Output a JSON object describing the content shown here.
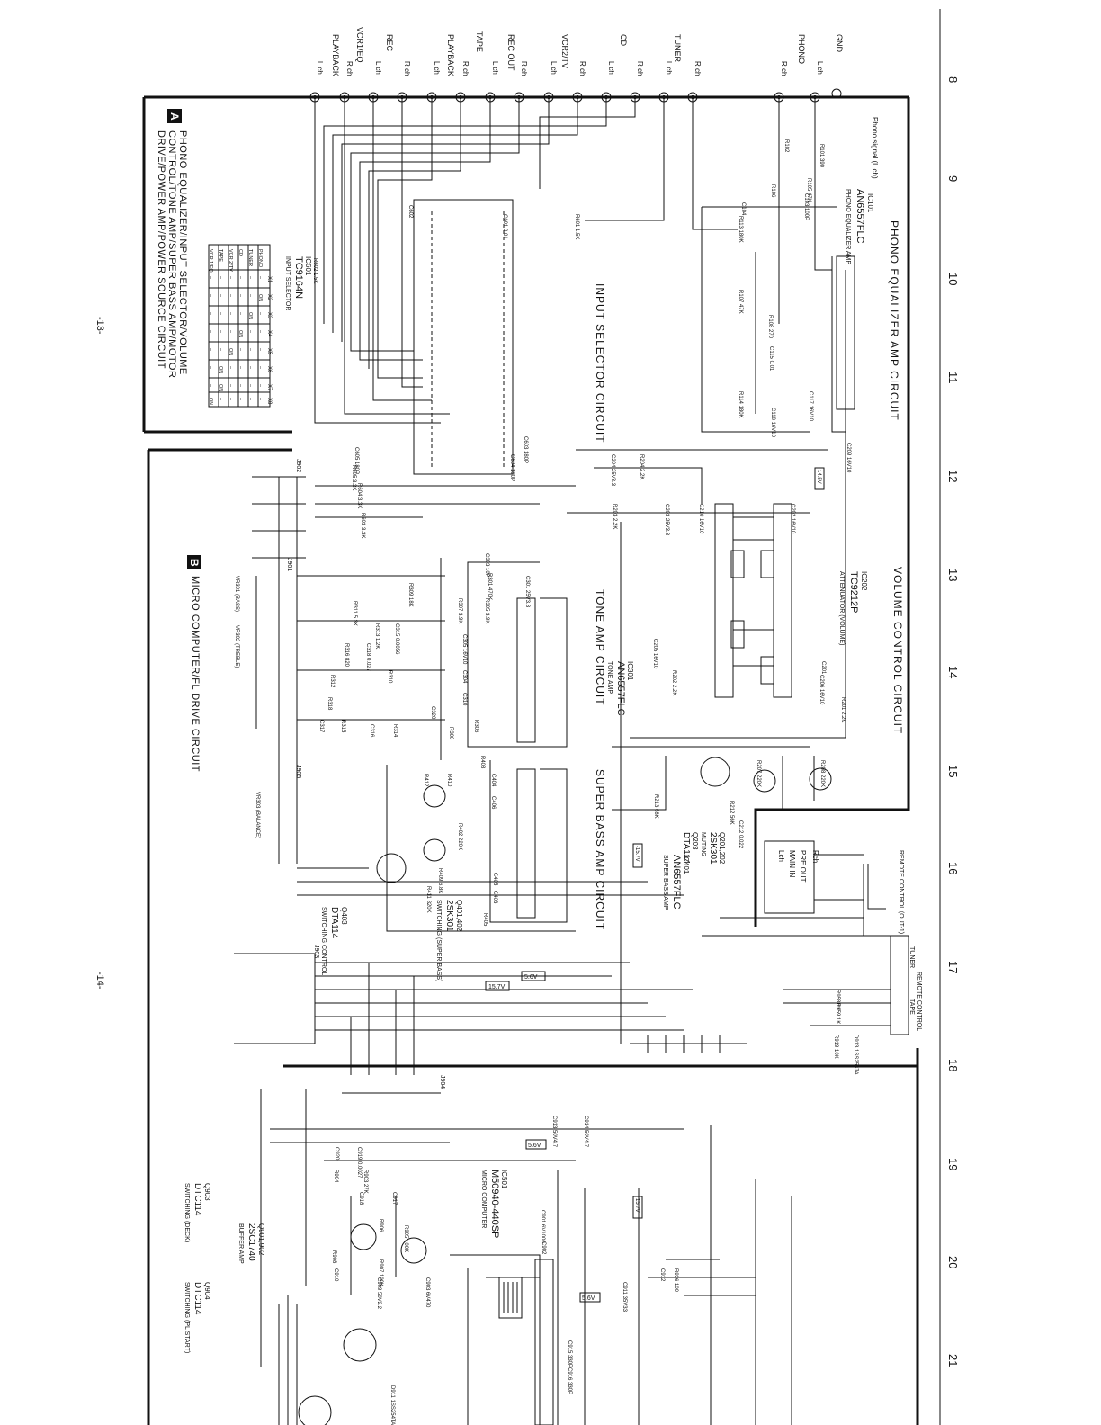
{
  "page": {
    "page_numbers": [
      "-13-",
      "-14-"
    ],
    "grid_numbers": [
      "8",
      "9",
      "10",
      "11",
      "12",
      "13",
      "14",
      "15",
      "16",
      "17",
      "18",
      "19",
      "20",
      "21"
    ]
  },
  "section_a": {
    "badge": "A",
    "title_line1": "PHONO EQUALIZER/INPUT SELECTOR/VOLUME",
    "title_line2": "CONTROL/TONE AMP/SUPER BASS AMP/MOTOR",
    "title_line3": "DRIVE/POWER AMP/POWER SOURCE CIRCUIT"
  },
  "section_b": {
    "badge": "B",
    "title": "MICRO COMPUTER/FL DRIVE CIRCUIT"
  },
  "jacks": {
    "groups": [
      {
        "name": "GND",
        "channels": []
      },
      {
        "name": "PHONO",
        "channels": [
          "L ch",
          "R ch"
        ]
      },
      {
        "name": "TUNER",
        "channels": [
          "L ch",
          "R ch"
        ]
      },
      {
        "name": "CD",
        "channels": [
          "L ch",
          "R ch"
        ]
      },
      {
        "name": "VCR2/TV",
        "channels": [
          "L ch",
          "R ch"
        ]
      },
      {
        "name": "REC OUT",
        "channels": [
          "L ch",
          "R ch"
        ]
      },
      {
        "name": "PLAYBACK",
        "channels": [
          "L ch",
          "R ch"
        ]
      },
      {
        "name": "REC",
        "channels": [
          "L ch",
          "R ch"
        ]
      },
      {
        "name": "PLAYBACK",
        "channels": [
          "L ch",
          "R ch"
        ]
      }
    ],
    "tape_label": "TAPE",
    "vcr1_label": "VCR1/EQ"
  },
  "circuits": {
    "phono_eq": "PHONO EQUALIZER AMP CIRCUIT",
    "input_selector": "INPUT SELECTOR CIRCUIT",
    "volume_control": "VOLUME CONTROL CIRCUIT",
    "tone_amp": "TONE AMP CIRCUIT",
    "super_bass": "SUPER BASS AMP CIRCUIT"
  },
  "ics": {
    "ic101": {
      "ref": "IC101",
      "part": "AN6557FLC",
      "desc": "PHONO EQUALIZER AMP"
    },
    "ic601": {
      "ref": "IC601",
      "part": "TC9164N",
      "desc": "INPUT SELECTOR"
    },
    "ic202": {
      "ref": "IC202",
      "part": "TC9212P",
      "desc": "ATTENUATOR (VOLUME)"
    },
    "ic301": {
      "ref": "IC301",
      "part": "AN6557FLC",
      "desc": "TONE AMP"
    },
    "ic401": {
      "ref": "IC401",
      "part": "AN6557FLC",
      "desc": "SUPER BASS AMP"
    },
    "ic501": {
      "ref": "IC501",
      "part": "M50940-440SP",
      "desc": "MICRO COMPUTER"
    }
  },
  "transistors": {
    "q201": {
      "ref": "Q201,202",
      "part": "2SK301",
      "desc": "MUTING"
    },
    "q203": {
      "ref": "Q203",
      "part": "DTA114",
      "desc": "MUTING CONT"
    },
    "q401": {
      "ref": "Q401,402",
      "part": "2SK301",
      "desc": "SWITCHING (SUPER BASS)"
    },
    "q403": {
      "ref": "Q403",
      "part": "DTA114",
      "desc": "SWITCHING CONTROL"
    },
    "q901": {
      "ref": "Q901,902",
      "part": "2SC1740",
      "desc": "BUFFER AMP"
    },
    "q903": {
      "ref": "Q903",
      "part": "DTC114",
      "desc": "SWITCHING (DECK)"
    },
    "q904": {
      "ref": "Q904",
      "part": "DTC114",
      "desc": "SWITCHING (PL START)"
    }
  },
  "selector_table": {
    "headers": [
      "",
      "X1",
      "X2",
      "X3",
      "X4",
      "X5",
      "X6",
      "X7",
      "X8"
    ],
    "rows": [
      [
        "PHONO",
        "–",
        "ON",
        "–",
        "–",
        "–",
        "–",
        "–",
        "–"
      ],
      [
        "TUNER",
        "–",
        "–",
        "ON",
        "–",
        "–",
        "–",
        "–",
        "–"
      ],
      [
        "CD",
        "–",
        "–",
        "–",
        "ON",
        "–",
        "–",
        "–",
        "–"
      ],
      [
        "VCR 2/TV",
        "–",
        "–",
        "–",
        "–",
        "ON",
        "–",
        "–",
        "–"
      ],
      [
        "TAPE",
        "–",
        "–",
        "–",
        "–",
        "–",
        "ON",
        "ON",
        "–"
      ],
      [
        "VCR 1/EQ",
        "–",
        "–",
        "–",
        "–",
        "–",
        "–",
        "–",
        "ON"
      ]
    ]
  },
  "labels": {
    "phono_signal": "Phono signal (L ch)",
    "pre_out": "PRE OUT",
    "main_in": "MAIN IN",
    "lch": "Lch",
    "rch": "Rch",
    "remote_control_out": "REMOTE CONTROL (OUT-1)",
    "remote_control_in": "REMOTE CONTROL",
    "tuner": "TUNER",
    "tape_small": "TAPE",
    "vr301": "VR301 (BASS)",
    "vr302": "VR302 (TREBLE)",
    "vr303": "VR303 (BALANCE)"
  },
  "components": {
    "r101": "R101 390",
    "r102": "R102",
    "r105": "R105 47K",
    "r106": "R106",
    "c103": "C103 100P",
    "c104": "C104",
    "r113": "R113 180K",
    "r107": "R107 47K",
    "r108": "R108 270",
    "c115": "C115 0.01",
    "c117": "C117 16V10",
    "c118": "C118 16V10",
    "r114": "R114 180K",
    "c209": "C209 16V10",
    "r601": "R601 1.5K",
    "c601": "C601 0.01",
    "c602": "C602",
    "r602": "R602 1.5K",
    "c605": "C605 180P",
    "r605": "R605 3.3K",
    "r604": "R604 3.3K",
    "r603": "R603 3.3K",
    "c603": "C603 180P",
    "c604": "C604 180P",
    "c204": "C204 25V3.3",
    "r204": "R204 2.2K",
    "r203": "R203 2.2K",
    "c203": "C203 25V3.3",
    "c210": "C210 16V10",
    "c202": "C202 16V10",
    "c205": "C205 16V10",
    "c206": "C206 16V10",
    "r202": "R202 2.2K",
    "c201": "C201",
    "r201": "R201 2.2K",
    "c303": "C303 10P",
    "r301": "R301 470K",
    "c301": "C301 25V3.3",
    "r305": "R305 3.9K",
    "r307": "R307 3.9K",
    "c305": "C305 16V10",
    "r309": "R309 18K",
    "r311": "R311 5.3K",
    "r313": "R313 1.2K",
    "c315": "C315 0.0056",
    "r316": "R316 820",
    "c318": "C318 0.027",
    "r312": "R312",
    "r310": "R310",
    "r318": "R318",
    "c317": "C317",
    "r315": "R315",
    "c316": "C316",
    "r314": "R314",
    "r306": "R306",
    "r308": "R308",
    "c320": "C320",
    "c310": "C310",
    "c304": "C304",
    "r408": "R408",
    "r412": "R412",
    "r410": "R410",
    "c404": "C404",
    "c406": "C406",
    "r402": "R402 220K",
    "r409": "R409 6.8K",
    "r411": "R411 820K",
    "c405": "C405",
    "c403": "C403",
    "r405": "R405",
    "r213": "R213 68K",
    "r207": "R207 220K",
    "r208": "R208 220K",
    "r212": "R212 56K",
    "c212": "C212 0.022",
    "r958": "R958 1K",
    "r959": "R959 1K",
    "r919": "R919 10K",
    "d913": "D913 1SS254TA",
    "c913": "C913 50V4.7",
    "c914": "C914 50V4.7",
    "c920": "C920",
    "c919": "C919 0.0027",
    "r904": "R904",
    "r903": "R903 27K",
    "c918": "C918",
    "c917": "C917",
    "r906": "R906",
    "r905": "R905 100K",
    "r908": "R908",
    "r907": "R907 100K",
    "c910": "C910",
    "c909": "C909 50V2.2",
    "c903": "C903 6V470",
    "d911": "D911 1SS254TA",
    "c901": "C901 6V1000",
    "c902": "C902",
    "c911": "C911 35V33",
    "c912": "C912",
    "r936": "R936 100",
    "c915": "C915 330P",
    "c916": "C916 330P"
  },
  "connectors": [
    "J901",
    "J902",
    "J903",
    "J904",
    "J905"
  ],
  "voltages": [
    "5.6V",
    "5.6V",
    "15.7V",
    "5.6V",
    "15.7V",
    "14.5V",
    "-15.7V"
  ]
}
